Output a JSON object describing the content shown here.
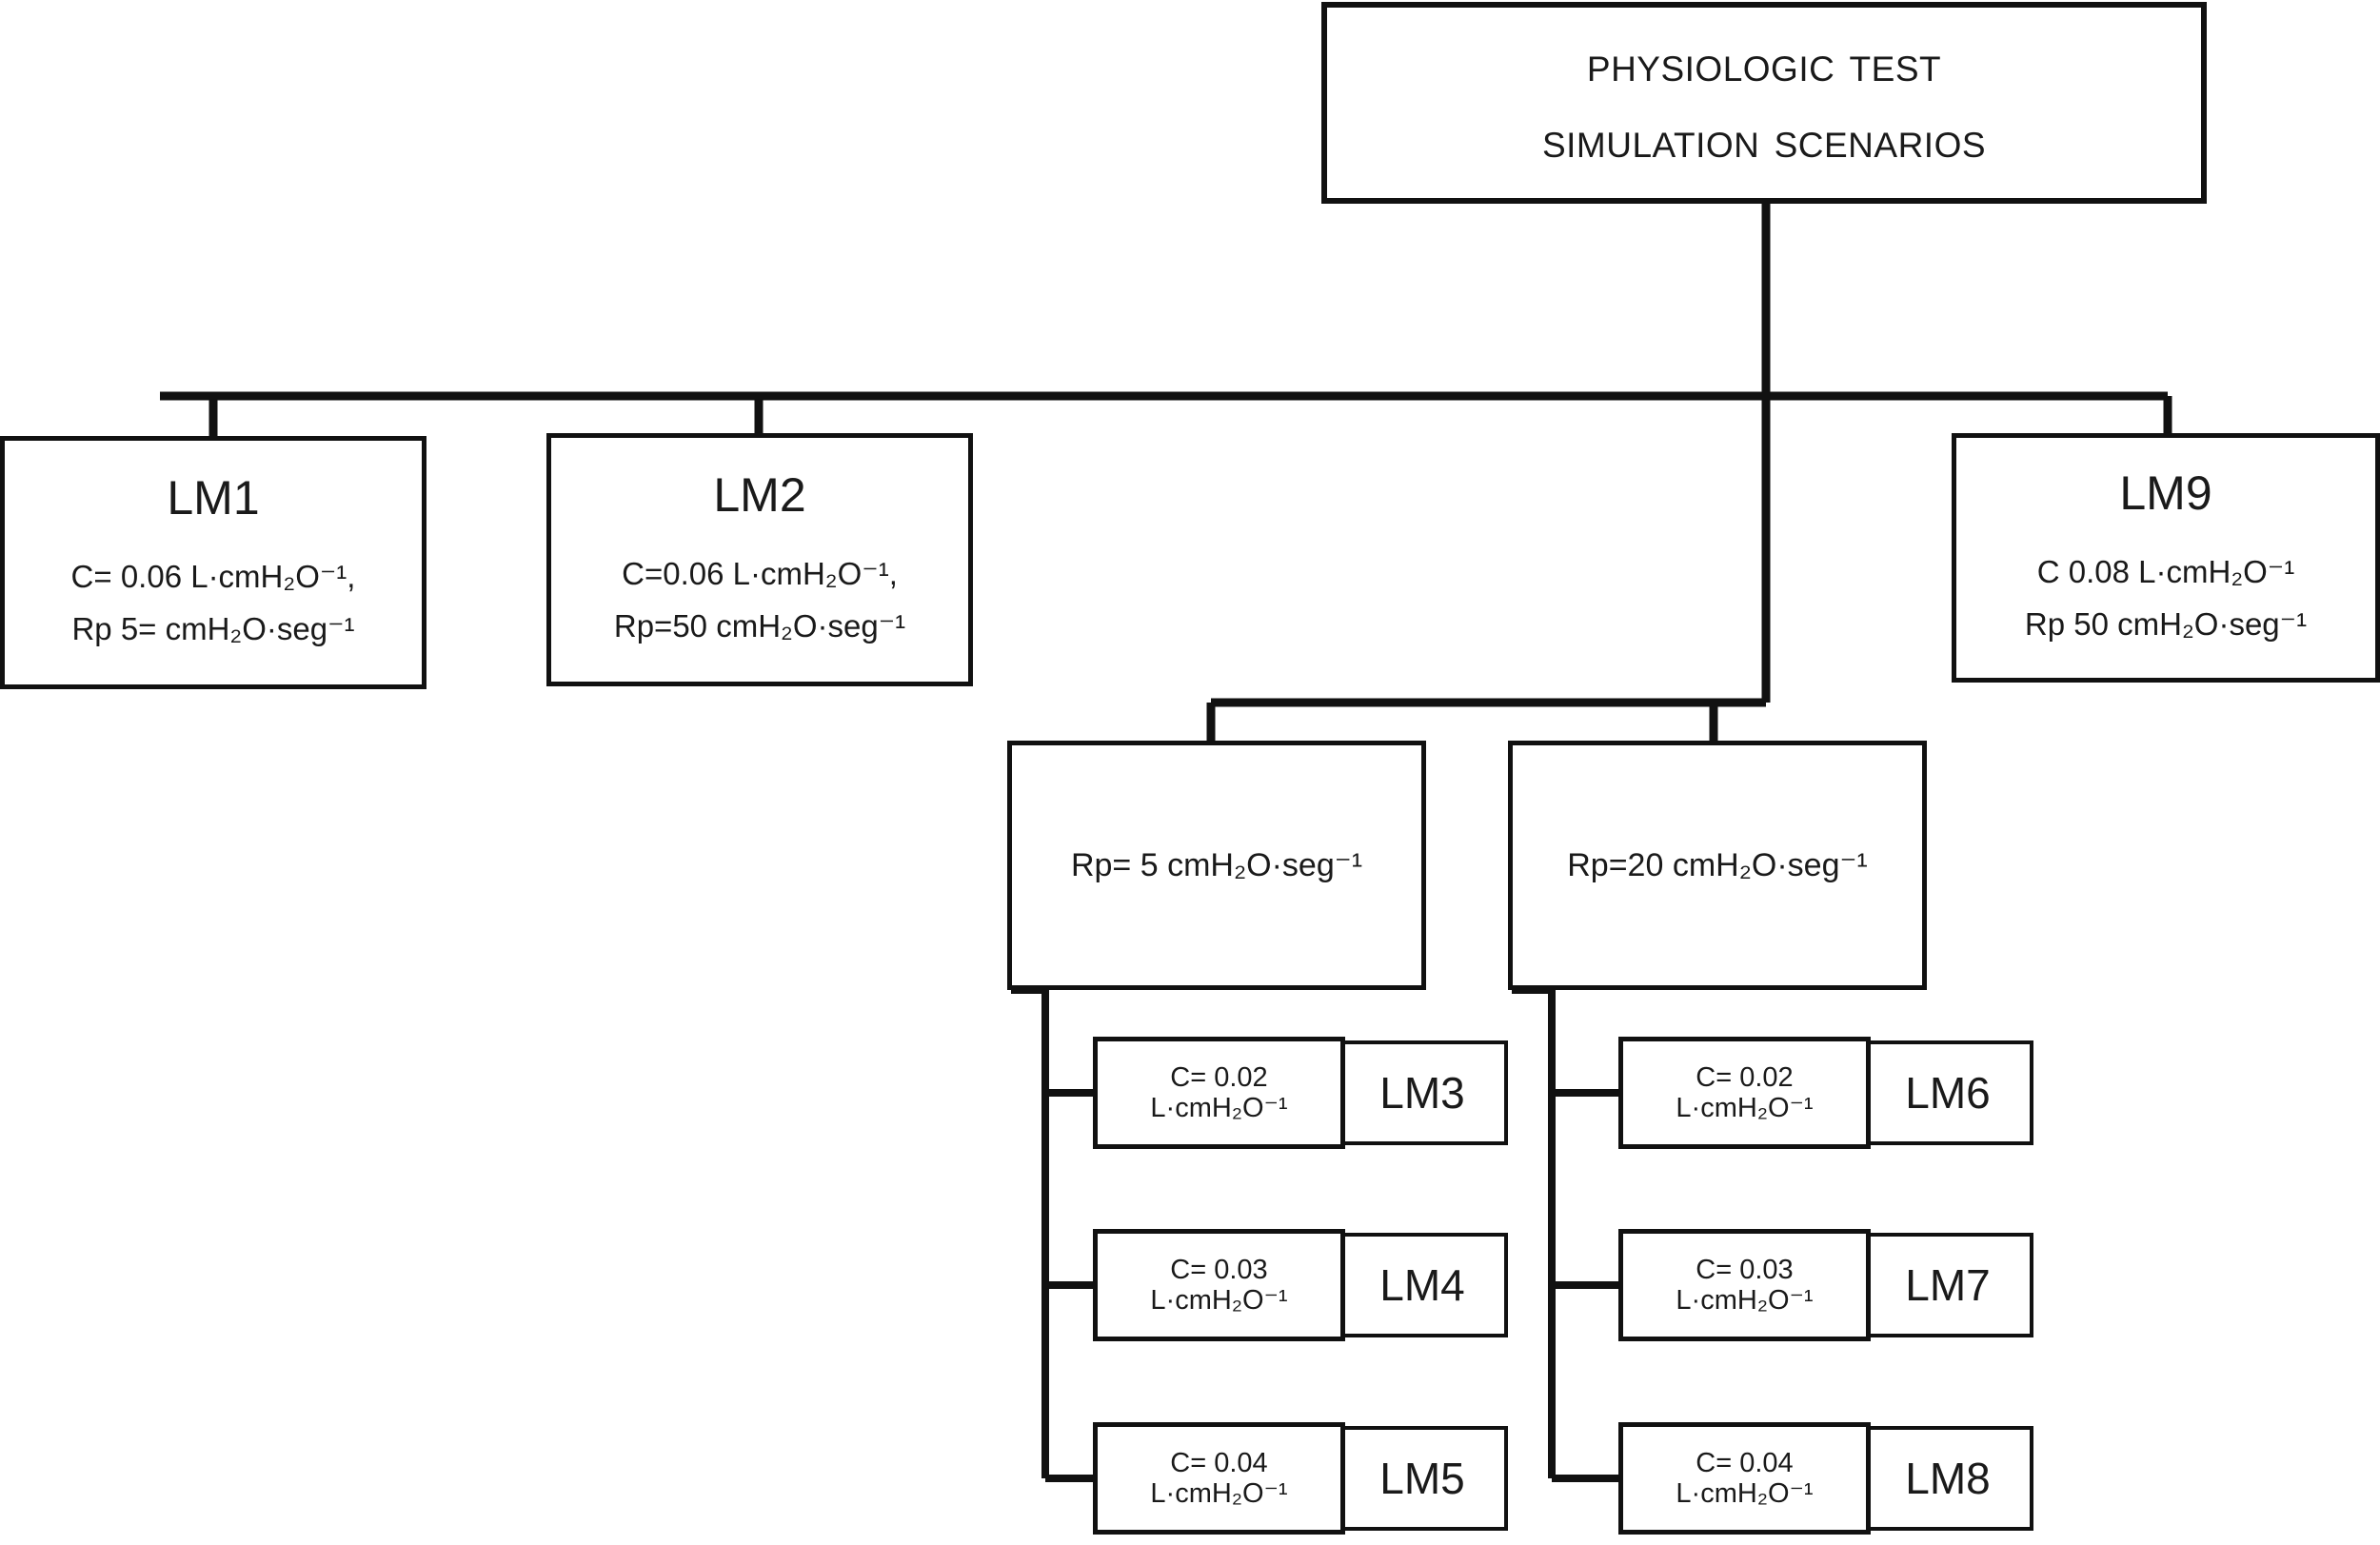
{
  "diagram": {
    "title_box": {
      "line1": "Physiologic Test",
      "line2": "Simulation Scenarios"
    },
    "top_level_nodes": [
      {
        "id": "LM1",
        "label": "LM1",
        "spec_line1": "C= 0.06 L·cmH₂O⁻¹,",
        "spec_line2": "Rp 5= cmH₂O·seg⁻¹",
        "compliance": "0.06",
        "compliance_unit": "L·cmH2O-1",
        "resistance": "5",
        "resistance_unit": "cmH2O·seg-1"
      },
      {
        "id": "LM2",
        "label": "LM2",
        "spec_line1": "C=0.06 L·cmH₂O⁻¹,",
        "spec_line2": "Rp=50 cmH₂O·seg⁻¹",
        "compliance": "0.06",
        "compliance_unit": "L·cmH2O-1",
        "resistance": "50",
        "resistance_unit": "cmH2O·seg-1"
      },
      {
        "id": "LM9",
        "label": "LM9",
        "spec_line1": "C 0.08 L·cmH₂O⁻¹",
        "spec_line2": "Rp 50 cmH₂O·seg⁻¹",
        "compliance": "0.08",
        "compliance_unit": "L·cmH2O-1",
        "resistance": "50",
        "resistance_unit": "cmH2O·seg-1"
      }
    ],
    "resistance_branches": [
      {
        "id": "Rp5",
        "text": "Rp= 5 cmH₂O·seg⁻¹",
        "value": "5",
        "unit": "cmH2O·seg-1",
        "children": [
          {
            "id": "LM3",
            "label": "LM3",
            "spec_line1": "C= 0.02",
            "spec_line2": "L·cmH₂O⁻¹",
            "compliance": "0.02"
          },
          {
            "id": "LM4",
            "label": "LM4",
            "spec_line1": "C= 0.03",
            "spec_line2": "L·cmH₂O⁻¹",
            "compliance": "0.03"
          },
          {
            "id": "LM5",
            "label": "LM5",
            "spec_line1": "C= 0.04",
            "spec_line2": "L·cmH₂O⁻¹",
            "compliance": "0.04"
          }
        ]
      },
      {
        "id": "Rp20",
        "text": "Rp=20 cmH₂O·seg⁻¹",
        "value": "20",
        "unit": "cmH2O·seg-1",
        "children": [
          {
            "id": "LM6",
            "label": "LM6",
            "spec_line1": "C= 0.02",
            "spec_line2": "L·cmH₂O⁻¹",
            "compliance": "0.02"
          },
          {
            "id": "LM7",
            "label": "LM7",
            "spec_line1": "C= 0.03",
            "spec_line2": "L·cmH₂O⁻¹",
            "compliance": "0.03"
          },
          {
            "id": "LM8",
            "label": "LM8",
            "spec_line1": "C= 0.04",
            "spec_line2": "L·cmH₂O⁻¹",
            "compliance": "0.04"
          }
        ]
      }
    ],
    "colors": {
      "line": "#111111",
      "background": "#ffffff",
      "text": "#1a1a1a"
    }
  }
}
